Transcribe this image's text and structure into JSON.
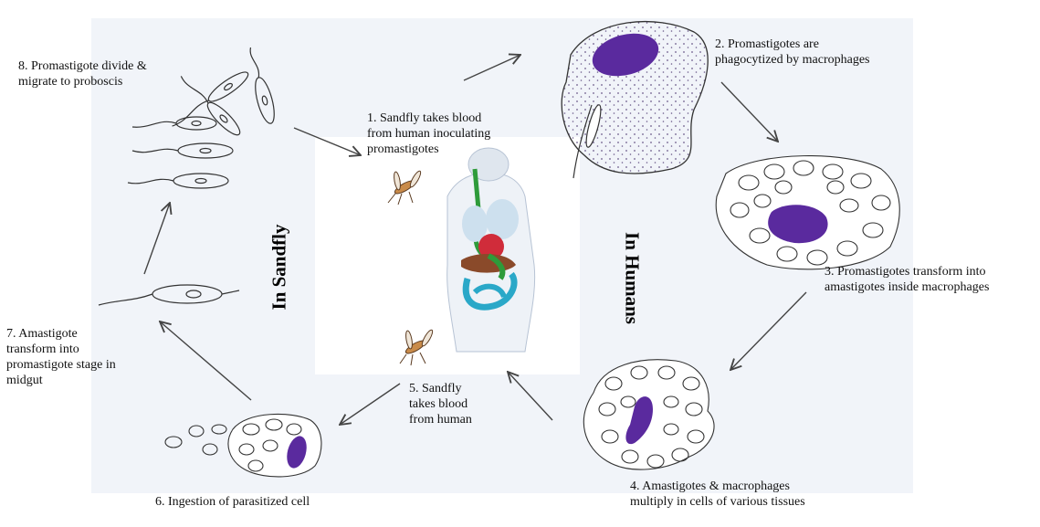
{
  "labels": {
    "step1": [
      "1. Sandfly takes blood",
      "from human inoculating",
      "promastigotes"
    ],
    "step2": [
      "2. Promastigotes are",
      "phagocytized by macrophages"
    ],
    "step3": [
      "3. Promastigotes transform into",
      "amastigotes inside macrophages"
    ],
    "step4": [
      "4. Amastigotes & macrophages",
      "multiply in cells of various tissues"
    ],
    "step5": [
      "5. Sandfly",
      "takes blood",
      "from human"
    ],
    "step6": [
      "6. Ingestion of parasitized cell"
    ],
    "step7": [
      "7. Amastigote",
      "transform into",
      "promastigote stage in",
      "midgut"
    ],
    "step8": [
      "8. Promastigote divide &",
      "migrate to proboscis"
    ]
  },
  "regions": {
    "left": "In Sandfly",
    "right": "In Humans"
  },
  "colors": {
    "background": "#ffffff",
    "paper_tint": "#eef2f8",
    "nucleus": "#5a2a9e",
    "outline": "#333333",
    "arrow": "#444444"
  }
}
